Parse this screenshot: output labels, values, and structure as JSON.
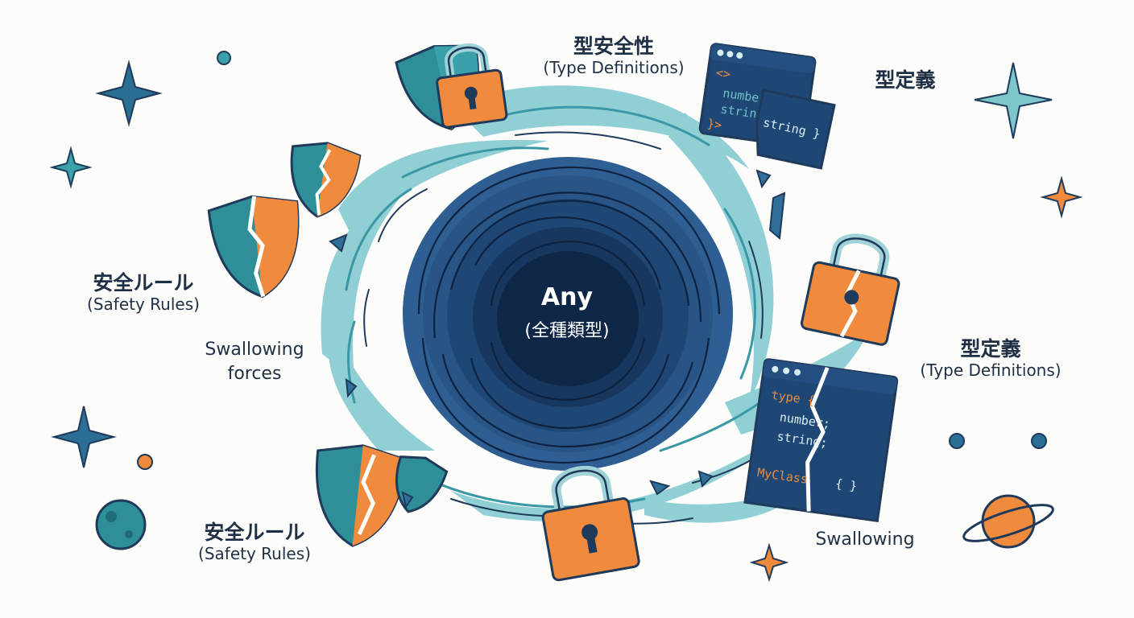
{
  "center": {
    "title": "Any",
    "subtitle": "(全種類型)"
  },
  "labels": {
    "top": {
      "jp": "型安全性",
      "en": "(Type Definitions)"
    },
    "top_right": {
      "jp": "型定義"
    },
    "left_upper": {
      "jp": "安全ルール",
      "en": "(Safety Rules)"
    },
    "left_lower": {
      "jp": "安全ルール",
      "en": "(Safety Rules)"
    },
    "right_mid": {
      "jp": "型定義",
      "en": "(Type Definitions)"
    },
    "forces_line1": "Swallowing",
    "forces_line2": "forces",
    "swallowing_right": "Swallowing"
  },
  "code_windows": {
    "top": {
      "open_tag": "<>",
      "line1": "number {",
      "line2": "string",
      "close_tag": "}>",
      "fragment": "string }"
    },
    "right": {
      "line1": "type {",
      "line2": "number;",
      "line3": "string;",
      "class_name": "MyClass",
      "braces": "{ }"
    }
  },
  "colors": {
    "vortex_dark": "#0f2747",
    "vortex_mid": "#2f5f92",
    "vortex_teal": "#58b3be",
    "accent_orange": "#f08a3c",
    "shield_teal": "#2f8f99",
    "outline": "#1f3a5a"
  },
  "icons": [
    "star-icon",
    "planet-icon",
    "padlock-icon",
    "shield-icon",
    "code-window-icon"
  ]
}
